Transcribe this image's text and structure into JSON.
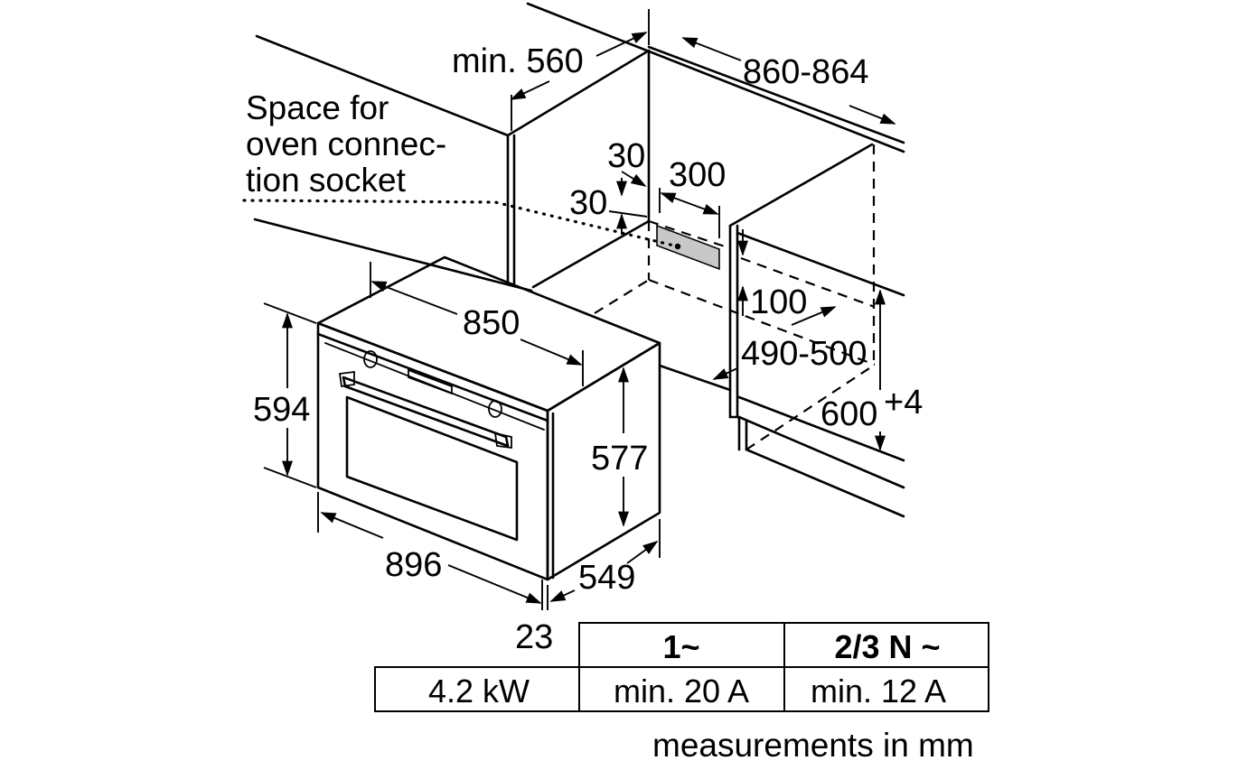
{
  "labels": {
    "min_depth": "min. 560",
    "niche_width": "860-864",
    "socket_note_1": "Space for",
    "socket_note_2": "oven connec-",
    "socket_note_3": "tion socket",
    "offset_top": "30",
    "offset_side": "30",
    "socket_width": "300",
    "socket_height": "100",
    "niche_depth": "490-500",
    "niche_height": "600",
    "niche_height_tol": "+4",
    "oven_width_top": "850",
    "oven_height": "594",
    "oven_body_height": "577",
    "oven_front_width": "896",
    "oven_depth": "549",
    "front_thickness": "23"
  },
  "table": {
    "col_1": "1~",
    "col_2": "2/3 N ~",
    "power": "4.2 kW",
    "fuse_1": "min. 20 A",
    "fuse_2": "min. 12 A"
  },
  "footer": "measurements in mm"
}
